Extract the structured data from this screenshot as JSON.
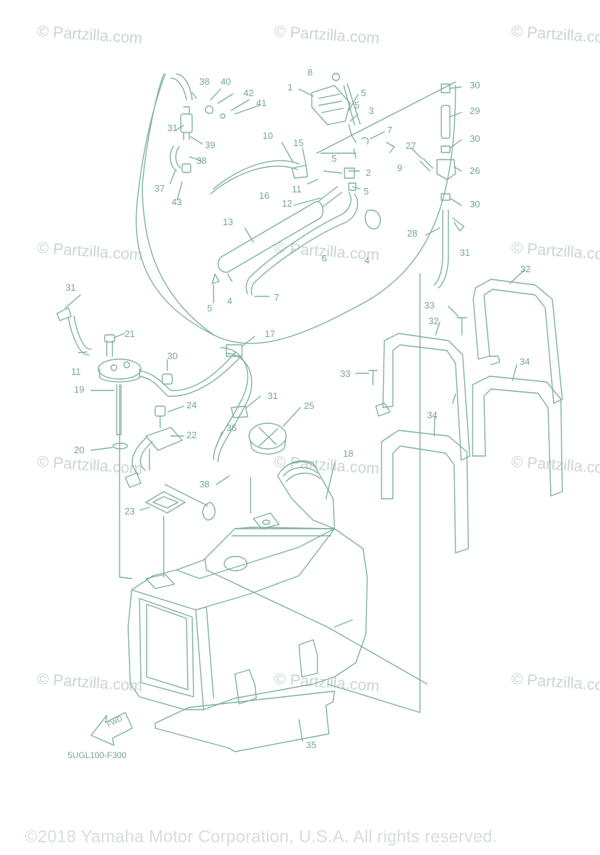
{
  "watermarks": [
    "© Partzilla.com",
    "© Partzilla.com",
    "© Partzilla.com",
    "© Partzilla.com",
    "© Partzilla.com",
    "© Partzilla.com",
    "© Partzilla.com",
    "© Partzilla.com",
    "© Partzilla.com",
    "© Partzilla.com",
    "© Partzilla.com",
    "© Partzilla.com"
  ],
  "callouts": [
    "1",
    "2",
    "3",
    "4",
    "4",
    "5",
    "5",
    "5",
    "5",
    "5",
    "6",
    "7",
    "7",
    "8",
    "9",
    "10",
    "11",
    "11",
    "12",
    "13",
    "15",
    "16",
    "17",
    "18",
    "19",
    "20",
    "21",
    "22",
    "23",
    "24",
    "25",
    "26",
    "27",
    "28",
    "29",
    "30",
    "30",
    "30",
    "30",
    "30",
    "31",
    "31",
    "31",
    "31",
    "32",
    "32",
    "33",
    "33",
    "34",
    "34",
    "35",
    "36",
    "37",
    "38",
    "38",
    "38",
    "39",
    "40",
    "41",
    "42",
    "43"
  ],
  "fwd_label": "FWD",
  "diagram_code": "5UGL100-F300",
  "copyright": "©2018 Yamaha Motor Corporation, U.S.A. All rights reserved.",
  "colors": {
    "line": "#7fb0a0",
    "text": "#74a697",
    "watermark": "#c9d6d1",
    "copyright": "#d6dedb"
  }
}
